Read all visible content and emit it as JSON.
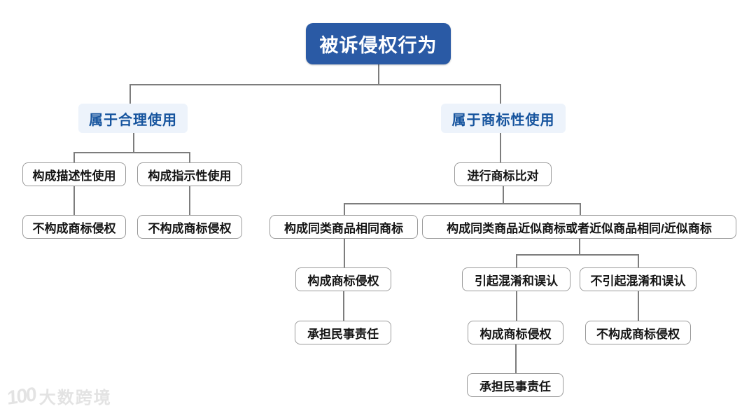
{
  "diagram": {
    "type": "flowchart",
    "topic": "trademark-infringement-decision-tree",
    "nodes": {
      "root": {
        "label": "被诉侵权行为"
      },
      "fair_use": {
        "label": "属于合理使用"
      },
      "trademark_use": {
        "label": "属于商标性使用"
      },
      "descriptive_use": {
        "label": "构成描述性使用"
      },
      "indicative_use": {
        "label": "构成指示性使用"
      },
      "no_infringement_left1": {
        "label": "不构成商标侵权"
      },
      "no_infringement_left2": {
        "label": "不构成商标侵权"
      },
      "compare": {
        "label": "进行商标比对"
      },
      "same_goods_same_mark": {
        "label": "构成同类商品相同商标"
      },
      "similar_mark": {
        "label": "构成同类商品近似商标或者近似商品相同/近似商标"
      },
      "infringement_mid": {
        "label": "构成商标侵权"
      },
      "civil_liability_mid": {
        "label": "承担民事责任"
      },
      "confusion": {
        "label": "引起混淆和误认"
      },
      "no_confusion": {
        "label": "不引起混淆和误认"
      },
      "infringement_right": {
        "label": "构成商标侵权"
      },
      "civil_liability_right": {
        "label": "承担民事责任"
      },
      "no_infringement_right": {
        "label": "不构成商标侵权"
      }
    },
    "edges": [
      [
        "root",
        "fair_use"
      ],
      [
        "root",
        "trademark_use"
      ],
      [
        "fair_use",
        "descriptive_use"
      ],
      [
        "fair_use",
        "indicative_use"
      ],
      [
        "descriptive_use",
        "no_infringement_left1"
      ],
      [
        "indicative_use",
        "no_infringement_left2"
      ],
      [
        "trademark_use",
        "compare"
      ],
      [
        "compare",
        "same_goods_same_mark"
      ],
      [
        "compare",
        "similar_mark"
      ],
      [
        "same_goods_same_mark",
        "infringement_mid"
      ],
      [
        "infringement_mid",
        "civil_liability_mid"
      ],
      [
        "similar_mark",
        "confusion"
      ],
      [
        "similar_mark",
        "no_confusion"
      ],
      [
        "confusion",
        "infringement_right"
      ],
      [
        "infringement_right",
        "civil_liability_right"
      ],
      [
        "no_confusion",
        "no_infringement_right"
      ]
    ],
    "colors": {
      "root_bg": "#2a5aa5",
      "root_text": "#ffffff",
      "level2_bg": "#edf3fb",
      "level2_text": "#16549e",
      "box_border": "#9b9b9b",
      "box_text": "#141414",
      "line": "#7d7d7d",
      "watermark": "#e3e3e3"
    }
  },
  "watermark": {
    "logo_text": "100",
    "text": "大数跨境"
  }
}
